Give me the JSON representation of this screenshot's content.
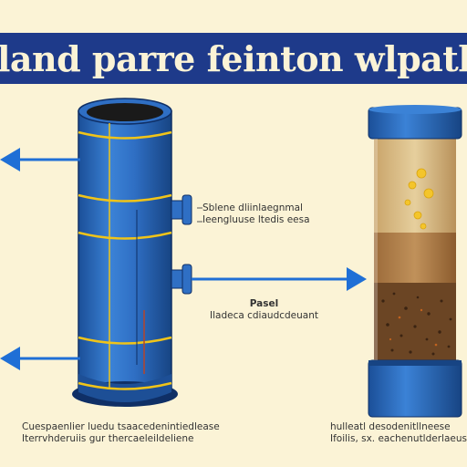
{
  "title": "pleland parre feinton wlpatl de",
  "labels": {
    "upper_mid": [
      "Sblene dliinlaegnmal",
      "Ieengluuse ltedis eesa"
    ],
    "center": [
      "Pasel",
      "Iladeca cdiaudcdeuant"
    ],
    "bottom_left": [
      "Cuespaenlier luedu tsaacedenintiedlease",
      "Iterrvhderuiis gur thercaeleildeliene"
    ],
    "bottom_right": [
      "hulleatl desodenitllneese",
      "Ifoilis, sx. eachenutlderlaeus"
    ]
  },
  "colors": {
    "background": "#fbf3d6",
    "title_bar": "#1e3a8a",
    "pipe_blue": "#2f6fc4",
    "arrow_blue": "#1f6fd6",
    "band_yellow": "#f0c419",
    "soil_brown": "#8a5a2b"
  }
}
